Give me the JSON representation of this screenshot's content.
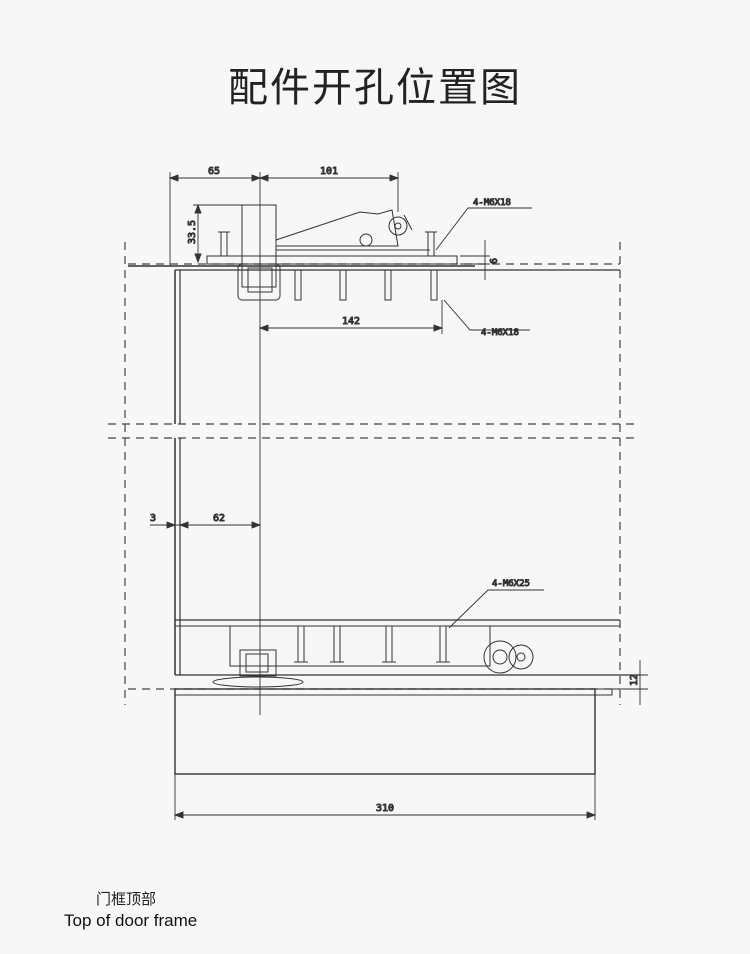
{
  "title": "配件开孔位置图",
  "captions": {
    "cn": "门框顶部",
    "en": "Top of door frame"
  },
  "dimensions": {
    "d65": "65",
    "d101": "101",
    "d33_5": "33.5",
    "d6": "6",
    "d142": "142",
    "d3": "3",
    "d62": "62",
    "d12": "12",
    "d310": "310"
  },
  "callouts": {
    "top_screw": "4-M6X18",
    "mid_screw": "4-M6X18",
    "bottom_screw": "4-M6X25"
  }
}
